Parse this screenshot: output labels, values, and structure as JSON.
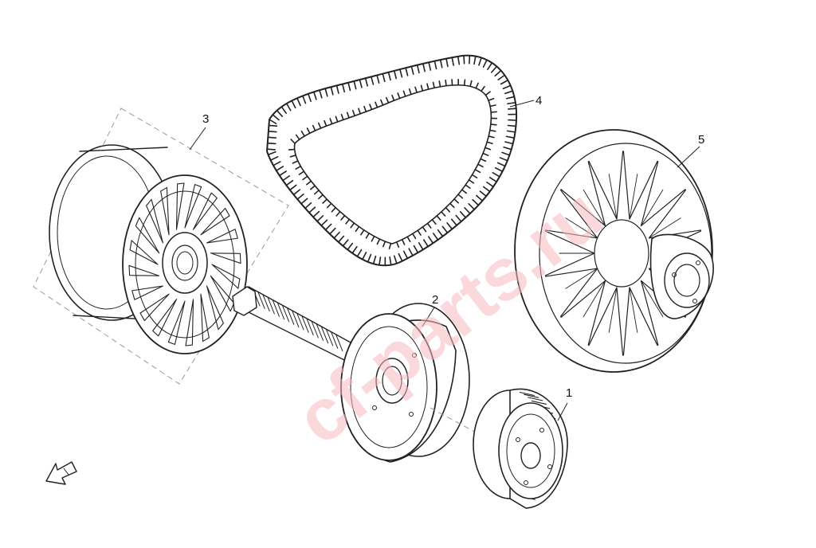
{
  "diagram": {
    "callouts": [
      {
        "id": "1",
        "label": "1"
      },
      {
        "id": "2",
        "label": "2"
      },
      {
        "id": "3",
        "label": "3"
      },
      {
        "id": "4",
        "label": "4"
      },
      {
        "id": "5",
        "label": "5"
      }
    ],
    "watermark": "cf-parts.ru",
    "colors": {
      "line": "#222222",
      "watermark": "#f6b8c0",
      "background": "#ffffff"
    },
    "icons": [
      "front-direction-arrow-icon"
    ]
  }
}
